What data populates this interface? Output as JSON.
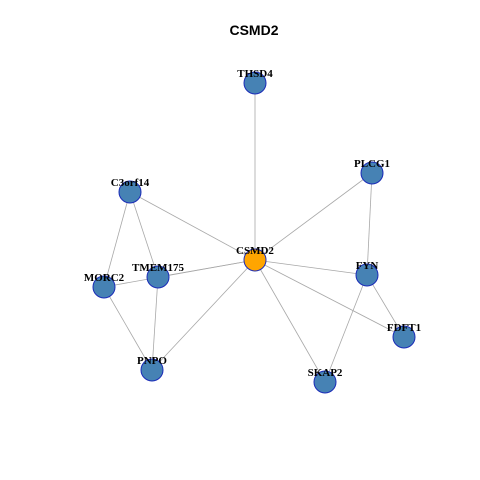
{
  "title": "CSMD2",
  "colors": {
    "center_fill": "#FFA500",
    "node_fill": "#4682B4",
    "node_stroke": "#1a2bb8",
    "edge": "#a8a8a8",
    "background": "#ffffff"
  },
  "nodes": [
    {
      "id": "CSMD2",
      "label": "CSMD2",
      "center": true
    },
    {
      "id": "THSD4",
      "label": "THSD4"
    },
    {
      "id": "PLCG1",
      "label": "PLCG1"
    },
    {
      "id": "C3orf14",
      "label": "C3orf14"
    },
    {
      "id": "TMEM175",
      "label": "TMEM175"
    },
    {
      "id": "MORC2",
      "label": "MORC2"
    },
    {
      "id": "FYN",
      "label": "FYN"
    },
    {
      "id": "FDFT1",
      "label": "FDFT1"
    },
    {
      "id": "PNPO",
      "label": "PNPO"
    },
    {
      "id": "SKAP2",
      "label": "SKAP2"
    }
  ],
  "edges": [
    [
      "CSMD2",
      "THSD4"
    ],
    [
      "CSMD2",
      "PLCG1"
    ],
    [
      "CSMD2",
      "C3orf14"
    ],
    [
      "CSMD2",
      "TMEM175"
    ],
    [
      "CSMD2",
      "MORC2"
    ],
    [
      "CSMD2",
      "FYN"
    ],
    [
      "CSMD2",
      "FDFT1"
    ],
    [
      "CSMD2",
      "SKAP2"
    ],
    [
      "CSMD2",
      "PNPO"
    ],
    [
      "PLCG1",
      "FYN"
    ],
    [
      "FYN",
      "FDFT1"
    ],
    [
      "FYN",
      "SKAP2"
    ],
    [
      "C3orf14",
      "TMEM175"
    ],
    [
      "C3orf14",
      "MORC2"
    ],
    [
      "TMEM175",
      "PNPO"
    ],
    [
      "MORC2",
      "PNPO"
    ]
  ]
}
